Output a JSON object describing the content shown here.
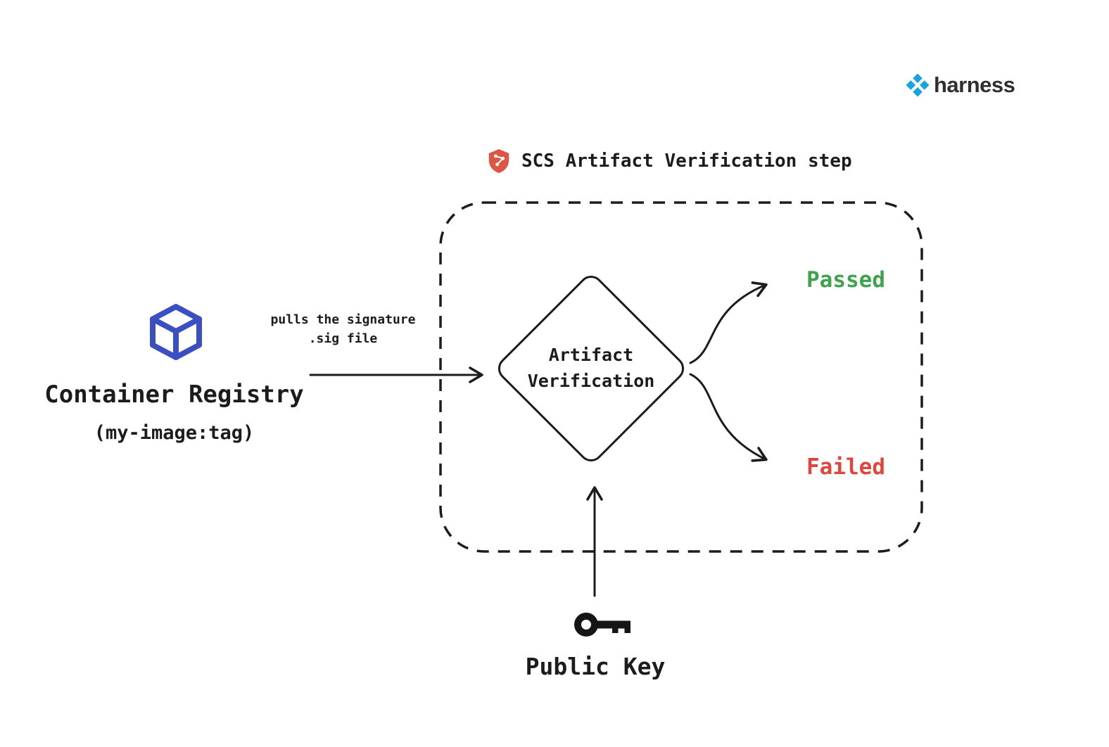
{
  "background": "#ffffff",
  "stroke_color": "#1c1c1c",
  "brand": {
    "name": "harness",
    "icon": "harness-logo-icon",
    "icon_color": "#16a3e3",
    "text_color": "#2f2f2f"
  },
  "step": {
    "title": "SCS Artifact Verification step",
    "icon": "shield-pipeline-icon",
    "icon_color": "#df5442"
  },
  "registry": {
    "label": "Container Registry",
    "sublabel": "(my-image:tag)",
    "icon": "cube-icon",
    "icon_color": "#3a50c2"
  },
  "flow": {
    "label_line1": "pulls the signature",
    "label_line2": ".sig file"
  },
  "decision": {
    "label_line1": "Artifact",
    "label_line2": "Verification"
  },
  "outcomes": {
    "passed_label": "Passed",
    "passed_color": "#3fa24c",
    "failed_label": "Failed",
    "failed_color": "#e0473c"
  },
  "public_key": {
    "label": "Public Key",
    "icon": "key-icon"
  }
}
